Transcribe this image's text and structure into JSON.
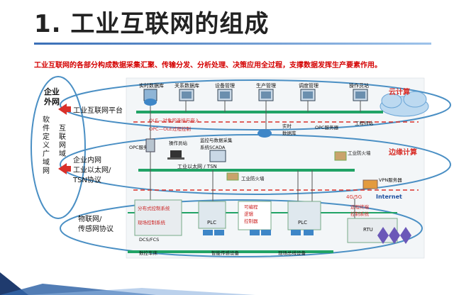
{
  "page": {
    "title": "1. 工业互联网的组成",
    "subtitle": "工业互联网的各部分构成数据采集汇聚、传输分发、分析处理、决策应用全过程，支撑数据发挥生产要素作用。"
  },
  "left_group": {
    "top_label": "企业外网",
    "vertical_label": "软件定义广域网",
    "vertical_label_inner": "互联网域"
  },
  "callouts": {
    "platform": "工业互联网平台",
    "intranet_line1": "企业内网",
    "intranet_line2": "工业以太网/",
    "intranet_line3": "TSN协议",
    "iot_line1": "物联网/",
    "iot_line2": "传感网协议"
  },
  "top_row": [
    {
      "label": "实时数据库"
    },
    {
      "label": "关系数据库"
    },
    {
      "label": "设备管理"
    },
    {
      "label": "生产管理"
    },
    {
      "label": "调度管理"
    },
    {
      "label": "操作员站"
    }
  ],
  "layer_labels": {
    "cloud": "云计算",
    "edge": "边缘计算",
    "internet": "Internet"
  },
  "mid_labels": {
    "ole1": "OLE—对象的连接与嵌入",
    "ole2": "OPC—OLE过程控制",
    "opc_server": "OPC服务器",
    "operator": "操作员站",
    "scada1": "监控与数据采集",
    "scada2": "系统SCADA",
    "realtime1": "实时",
    "realtime2": "数据库",
    "opc_server2": "OPC服务器",
    "eng_station": "工程师站",
    "ethernet": "工业以太网 / TSN",
    "firewall1": "工业防火墙",
    "firewall2": "工业防火墙",
    "vpn": "VPN服务器",
    "g45": "4G/5G",
    "remote1": "远程终端",
    "remote2": "控制系统"
  },
  "bottom_labels": {
    "dcs": "分布式控制系统",
    "site": "现场控制系统",
    "dcs_short": "DCS/FCS",
    "plc1": "PLC",
    "plc_box1": "可编程",
    "plc_box2": "逻辑",
    "plc_box3": "控制器",
    "plc2": "PLC",
    "rtu": "RTU",
    "bus1": "数控车床",
    "bus2": "智能传感设备",
    "bus3": "现场总线设备"
  }
}
